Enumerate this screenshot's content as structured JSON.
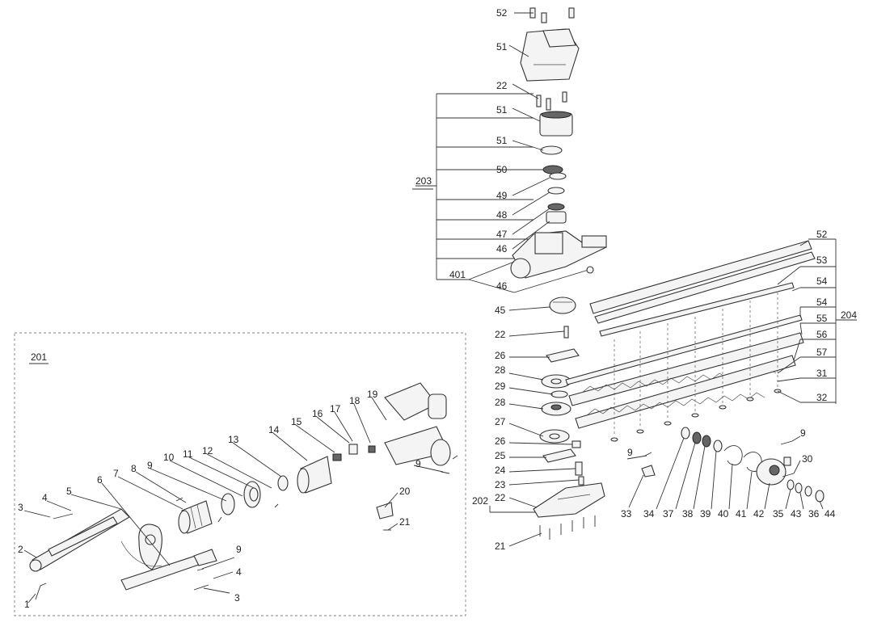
{
  "diagram": {
    "groups": [
      "201",
      "202",
      "203",
      "204",
      "401"
    ],
    "callouts": [
      "1",
      "2",
      "3",
      "3",
      "4",
      "4",
      "5",
      "6",
      "7",
      "8",
      "9",
      "9",
      "9",
      "9",
      "9",
      "10",
      "11",
      "12",
      "13",
      "14",
      "15",
      "16",
      "17",
      "18",
      "19",
      "20",
      "21",
      "22",
      "22",
      "22",
      "23",
      "24",
      "25",
      "26",
      "26",
      "27",
      "28",
      "28",
      "29",
      "30",
      "31",
      "32",
      "33",
      "34",
      "35",
      "36",
      "37",
      "38",
      "39",
      "40",
      "41",
      "42",
      "43",
      "44",
      "45",
      "46",
      "46",
      "47",
      "48",
      "49",
      "50",
      "51",
      "51",
      "51",
      "52",
      "52",
      "53",
      "54",
      "54",
      "55",
      "56",
      "57"
    ]
  }
}
